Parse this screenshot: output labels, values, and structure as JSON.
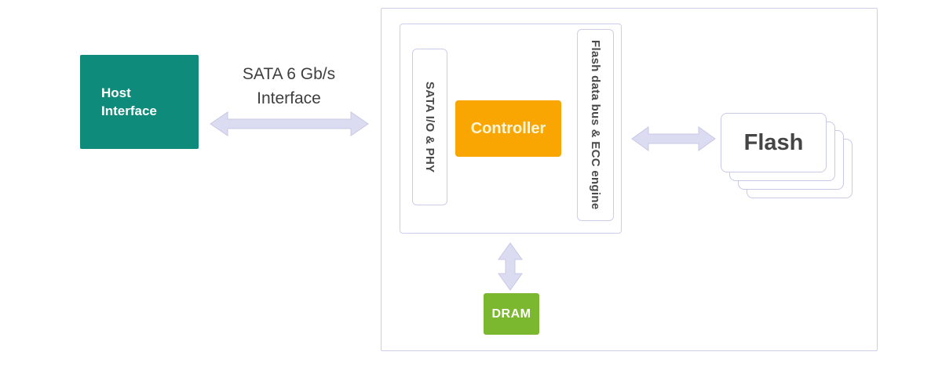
{
  "host": {
    "line1": "Host",
    "line2": "Interface"
  },
  "sata_interface_label": {
    "line1": "SATA 6 Gb/s",
    "line2": "Interface"
  },
  "package": {
    "sata_io_phy": "SATA I/O & PHY",
    "controller": "Controller",
    "flash_data_bus": "Flash data bus & ECC engine"
  },
  "dram": {
    "label": "DRAM"
  },
  "flash": {
    "label": "Flash",
    "card_count": 4
  },
  "icons": {
    "host_to_ssd_arrow": "bidirectional-horizontal-arrow",
    "package_to_flash_arrow": "bidirectional-horizontal-arrow",
    "controller_to_dram_arrow": "bidirectional-vertical-arrow"
  },
  "colors": {
    "host_fill": "#0E8B7A",
    "controller_fill": "#F9A602",
    "controller_text": "#FDF5D8",
    "dram_fill": "#7CB82F",
    "arrow_fill": "#DBDBF1",
    "arrow_stroke": "#C8C8E6",
    "box_border": "#CDCDEC",
    "text_dark": "#3F3F3F",
    "flash_text": "#454545"
  }
}
